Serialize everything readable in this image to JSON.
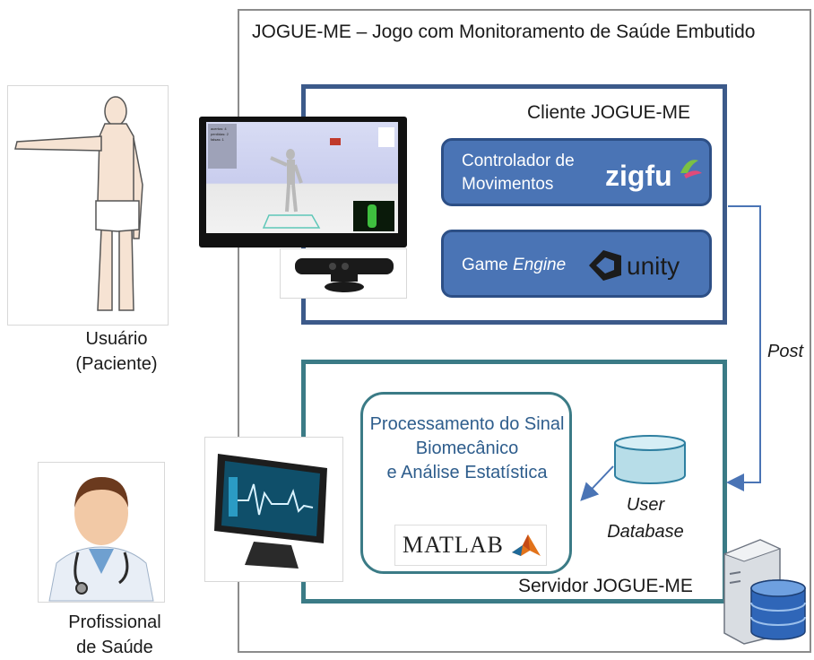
{
  "outer_title": "JOGUE-ME – Jogo com Monitoramento de Saúde Embutido",
  "client": {
    "title": "Cliente JOGUE-ME",
    "controller_label_line1": "Controlador de",
    "controller_label_line2": "Movimentos",
    "controller_logo": "zigfu",
    "engine_label_prefix": "Game ",
    "engine_label_italic": "Engine",
    "engine_logo": "unity"
  },
  "server": {
    "title": "Servidor JOGUE-ME",
    "processing_line1": "Processamento do Sinal",
    "processing_line2": "Biomecânico",
    "processing_line3": "e Análise Estatística",
    "matlab_logo": "MATLAB",
    "database_line1": "User",
    "database_line2": "Database"
  },
  "post_label": "Post",
  "user": {
    "line1": "Usuário",
    "line2": "(Paciente)"
  },
  "professional": {
    "line1": "Profissional",
    "line2": "de Saúde"
  },
  "game_hud": {
    "line1": "acertos: 4",
    "line2": "perdidas: 2",
    "line3": "falsas: 1"
  },
  "colors": {
    "client_border": "#3c5a8a",
    "server_border": "#3b7b86",
    "button_fill": "#4a74b5",
    "processing_text": "#2e5d8c"
  }
}
